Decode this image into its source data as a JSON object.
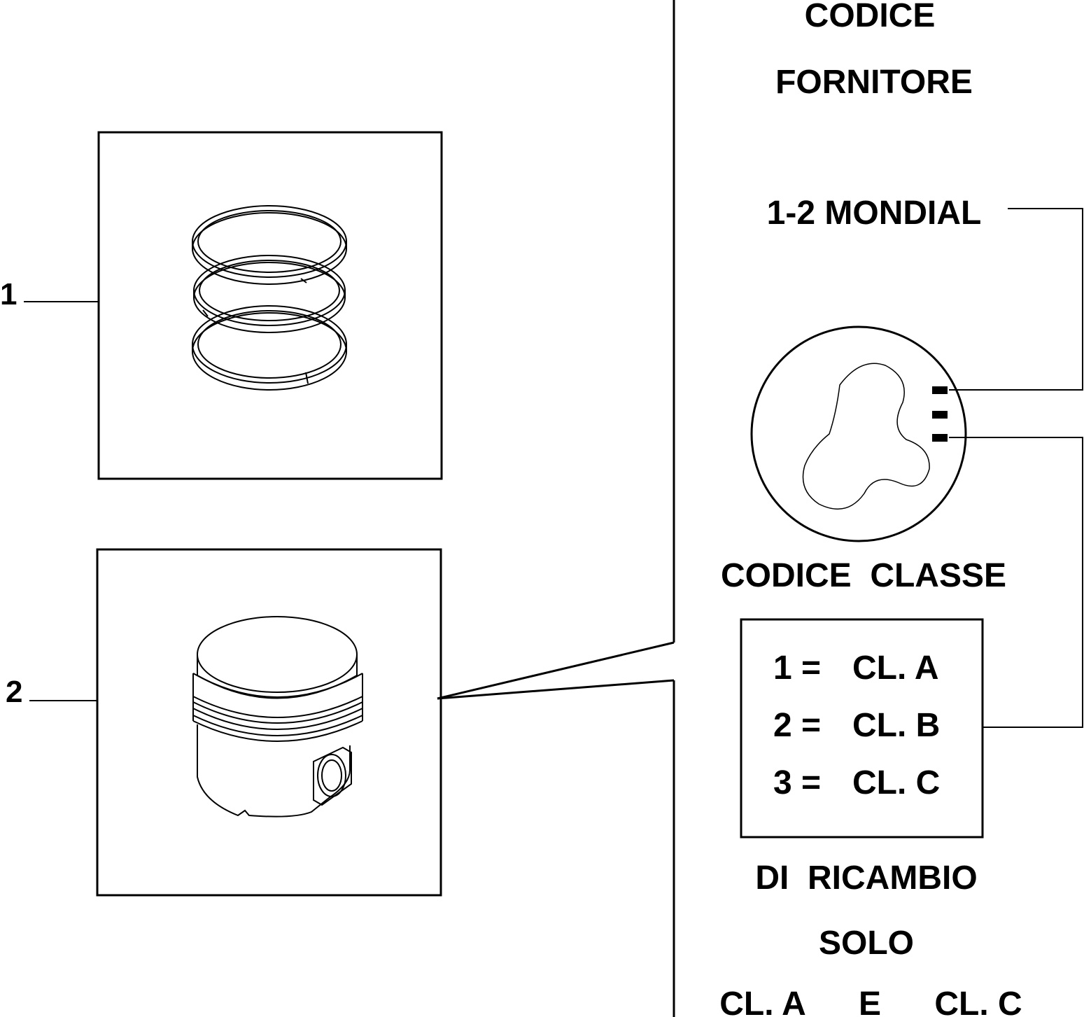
{
  "callouts": [
    {
      "number": "1",
      "part": "piston-rings-set"
    },
    {
      "number": "2",
      "part": "piston"
    }
  ],
  "header": {
    "line1": "CODICE",
    "line2": "FORNITORE"
  },
  "supplier": "1-2 MONDIAL",
  "class_code_title": "CODICE  CLASSE",
  "class_table": [
    {
      "code": "1 =",
      "class": "CL. A"
    },
    {
      "code": "2 =",
      "class": "CL. B"
    },
    {
      "code": "3 =",
      "class": "CL. C"
    }
  ],
  "footer": {
    "line1": "DI  RICAMBIO",
    "line2": "SOLO",
    "line3_a": "CL. A",
    "line3_b": "E",
    "line3_c": "CL. C"
  },
  "colors": {
    "ink": "#000000",
    "paper": "#ffffff"
  }
}
